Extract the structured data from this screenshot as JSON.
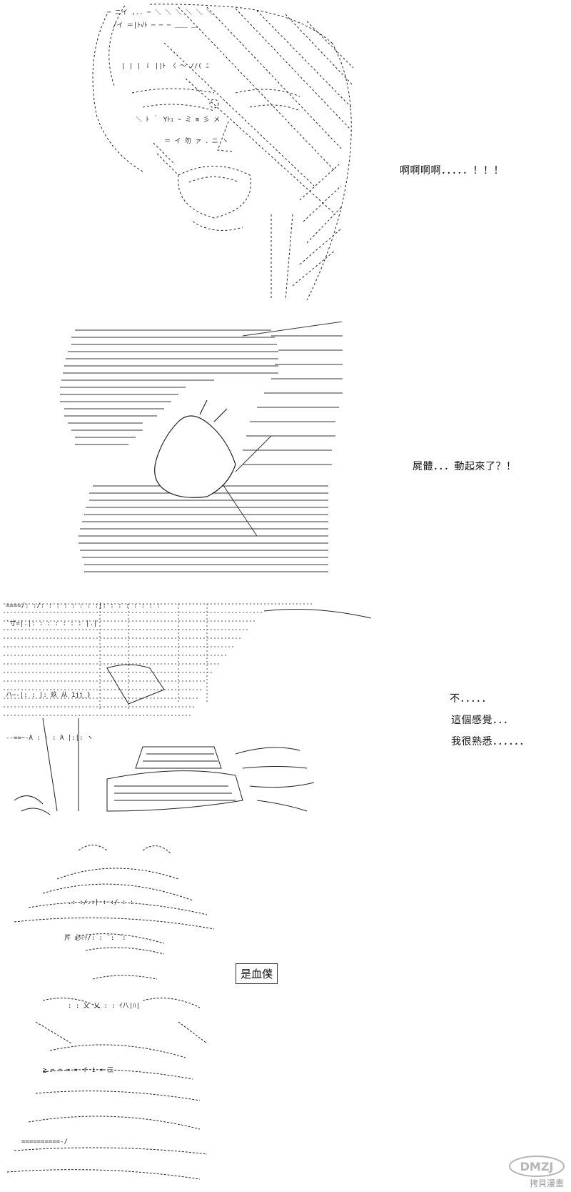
{
  "panels": [
    {
      "id": "panel-1",
      "speech": [
        "啊啊啊啊．．．．．！！！"
      ]
    },
    {
      "id": "panel-2",
      "speech": [
        "屍體．．．動起來了？！"
      ]
    },
    {
      "id": "panel-3",
      "speech": [
        "不．．．．．",
        "這個感覺．．．",
        "我很熟悉．．．．．．"
      ]
    },
    {
      "id": "panel-4",
      "speech": [
        "是血僕"
      ]
    }
  ],
  "watermark": {
    "logo_text": "DMZJ",
    "subtitle": "拷貝漫畫"
  },
  "colors": {
    "ink": "#111111",
    "watermark": "#b5b5b5",
    "background": "#ffffff"
  }
}
